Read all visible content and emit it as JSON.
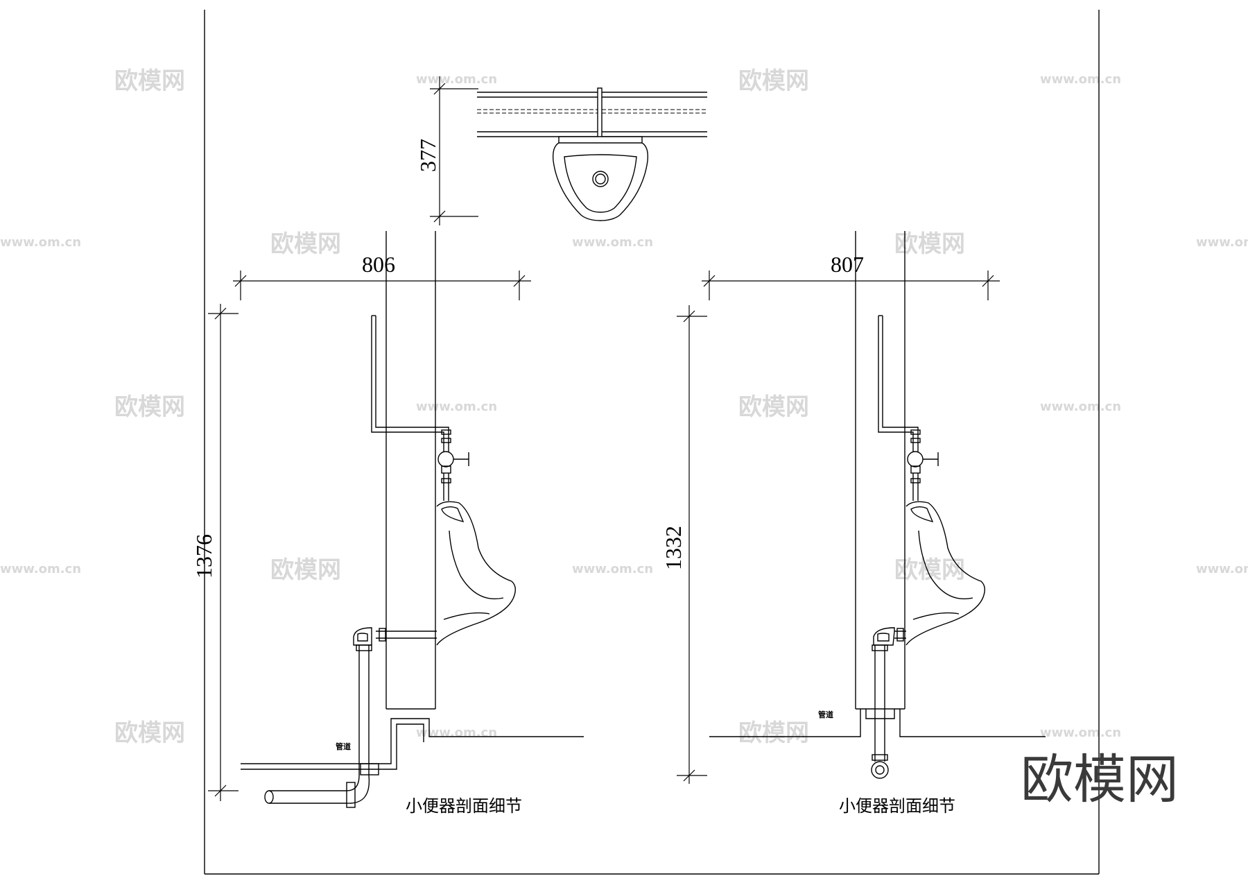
{
  "plan_view": {
    "depth_dimension": "377"
  },
  "left_section": {
    "width_dimension": "806",
    "height_dimension": "1376",
    "pipe_label": "管道",
    "caption": "小便器剖面细节"
  },
  "right_section": {
    "width_dimension": "807",
    "height_dimension": "1332",
    "pipe_label": "管道",
    "caption": "小便器剖面细节"
  },
  "watermarks": {
    "cn": "欧模网",
    "url": "www.om.cn"
  },
  "brand_logo": "欧模网"
}
